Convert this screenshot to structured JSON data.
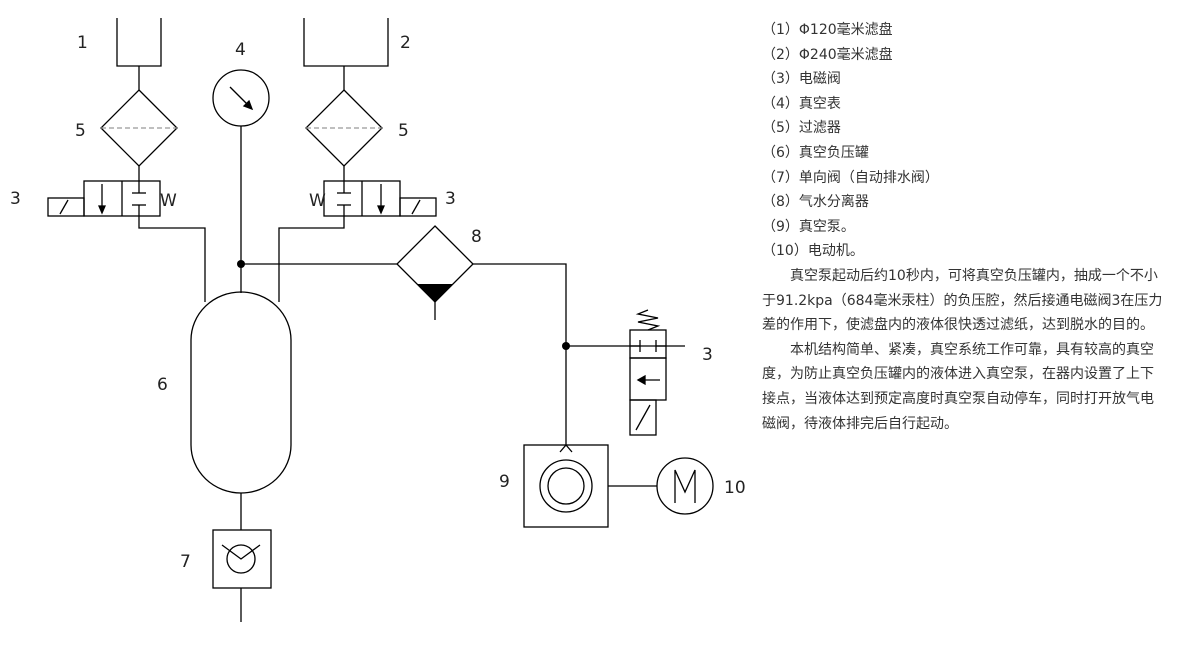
{
  "labels": {
    "c1": "1",
    "c2": "2",
    "c3": "3",
    "c4": "4",
    "c5": "5",
    "c6": "6",
    "c7": "7",
    "c8": "8",
    "c9": "9",
    "c10": "10",
    "valve_w": "W"
  },
  "legend_items": [
    "（1）Φ120毫米滤盘",
    "（2）Φ240毫米滤盘",
    "（3）电磁阀",
    "（4）真空表",
    "（5）过滤器",
    "（6）真空负压罐",
    "（7）单向阀（自动排水阀）",
    "（8）气水分离器",
    "（9）真空泵。",
    "（10）电动机。"
  ],
  "paragraphs": [
    "真空泵起动后约10秒内，可将真空负压罐内，抽成一个不小于91.2kpa（684毫米汞柱）的负压腔，然后接通电磁阀3在压力差的作用下，使滤盘内的液体很快透过滤纸，达到脱水的目的。",
    "本机结构简单、紧凑，真空系统工作可靠，具有较高的真空度，为防止真空负压罐内的液体进入真空泵，在器内设置了上下接点，当液体达到预定高度时真空泵自动停车，同时打开放气电磁阀，待液体排完后自行起动。"
  ]
}
